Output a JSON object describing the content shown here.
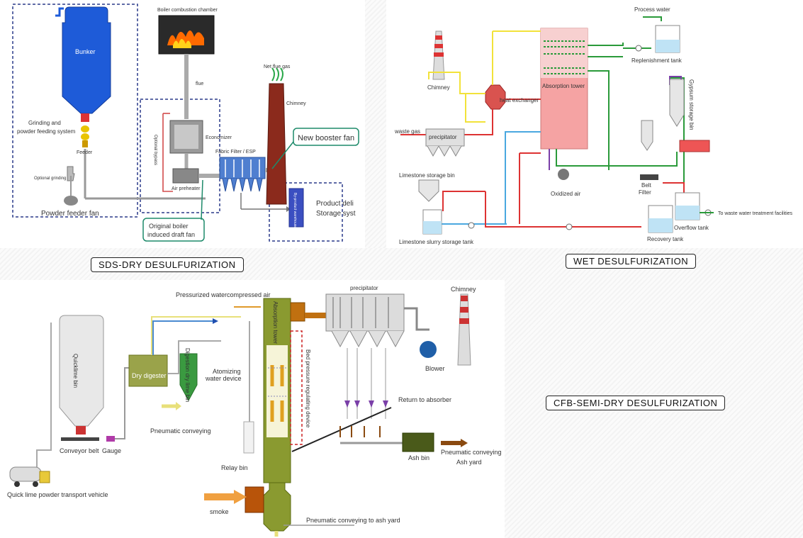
{
  "sds": {
    "bunker": "Bunker",
    "combustion": "Boiler combustion chamber",
    "net_flue_gas": "Net flue gas",
    "grinding": "Grinding and",
    "grinding2": "powder feeding system",
    "feeder": "Feeder",
    "optional_grinding": "Optional grinding",
    "powder_fan": "Powder feeder fan",
    "flue": "flue",
    "chimney": "Chimney",
    "economizer": "Economizer",
    "optional_bypass": "Optional bypass",
    "fabric_filter": "Fabric Filter / ESP",
    "air_preheater": "Air preheater",
    "booster_fan": "New booster fan",
    "byproduct_warehouse": "By-product warehouse",
    "product_storage_1": "Product deli",
    "product_storage_2": "Storage syst",
    "original_fan_1": "Original boiler",
    "original_fan_2": "induced draft fan"
  },
  "wet": {
    "process_water": "Process water",
    "replenishment_tank": "Replenishment tank",
    "chimney": "Chimney",
    "heat_exchanger": "heat exchanger",
    "absorption_tower": "Absorption tower",
    "gypsum_bin": "Gypsum storage bin",
    "waste_gas": "waste gas",
    "precipitator": "precipitator",
    "limestone_bin": "Limestone storage bin",
    "oxidized_air": "Oxidized air",
    "belt": "Belt",
    "filter": "Filter",
    "overflow_tank": "Overflow tank",
    "waste_water": "To waste water treatment facilities",
    "recovery_tank": "Recovery tank",
    "slurry_tank": "Limestone slurry storage tank"
  },
  "cfb": {
    "pressurized_water": "Pressurized water",
    "compressed_air": "compressed air",
    "absorption_tower": "Absorption tower",
    "precipitator": "precipitator",
    "chimney": "Chimney",
    "quicklime_bin": "Quicklime bin",
    "dry_digester": "Dry digester",
    "digestion_bin": "Digestion dry lime bin",
    "atomizing_1": "Atomizing",
    "atomizing_2": "water device",
    "bed_pressure": "Bed pressure regulating device",
    "blower": "Blower",
    "return_absorber": "Return to absorber",
    "pneumatic_conveying": "Pneumatic conveying",
    "conveyor_belt": "Conveyor belt",
    "gauge": "Gauge",
    "relay_bin": "Relay bin",
    "ash_bin": "Ash bin",
    "pneumatic_conveying_2": "Pneumatic conveying",
    "ash_yard": "Ash yard",
    "vehicle": "Quick lime powder transport vehicle",
    "smoke": "smoke",
    "to_ash_yard": "Pneumatic conveying to ash yard"
  },
  "captions": {
    "sds": "SDS-DRY DESULFURIZATION",
    "wet": "WET DESULFURIZATION",
    "cfb": "CFB-SEMI-DRY DESULFURIZATION"
  }
}
